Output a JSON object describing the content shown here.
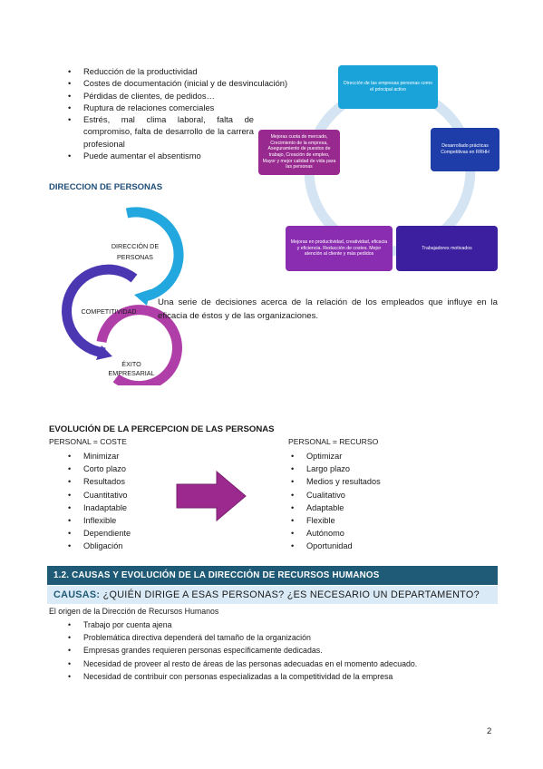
{
  "top_list": [
    "Reducción de la productividad",
    "Costes de documentación (inicial y de desvinculación)",
    "Pérdidas de clientes, de pedidos…",
    "Ruptura de relaciones comerciales",
    "Estrés, mal clima laboral, falta de compromiso, falta de desarrollo de la carrera profesional",
    "Puede aumentar el absentismo"
  ],
  "cycle": {
    "box1": "Dirección de las empresas personas como el principal activo",
    "box2": "Desarrollado prácticas Competitivas en RRHH",
    "box3": "Trabajadores motivados",
    "box4": "Mejoras en productividad, creatividad, eficacia y eficiencia. Reducción de costes. Mejor atención al cliente y más pedidos",
    "box5": "Mejoras cuota de mercado, Crecimiento de la empresa, Aseguramiento de puestos de trabajo, Creación de empleo, Mayor y mejor calidad de vida para las personas",
    "colors": {
      "box1": "#1aa3d9",
      "box2": "#1f3da8",
      "box3": "#3b1f9e",
      "box4": "#8b2db0",
      "box5": "#982a8f",
      "ring": "#d4e4f2"
    }
  },
  "direccion": {
    "heading": "DIRECCION DE PERSONAS",
    "label1": "DIRECCIÓN DE PERSONAS",
    "label2": "COMPETITIVIDAD",
    "label3": "ÉXITO EMPRESARIAL",
    "description": "Una serie de decisiones acerca de la relación de los empleados que influye en la eficacia de éstos y de las organizaciones.",
    "colors": {
      "c1": "#23a7df",
      "c2": "#4c37b3",
      "c3": "#b03ea8"
    }
  },
  "evolucion": {
    "heading": "EVOLUCIÓN DE LA PERCEPCION DE LAS PERSONAS",
    "left_head": "PERSONAL = COSTE",
    "left_items": [
      "Minimizar",
      "Corto plazo",
      "Resultados",
      "Cuantitativo",
      "Inadaptable",
      "Inflexible",
      "Dependiente",
      "Obligación"
    ],
    "right_head": "PERSONAL = RECURSO",
    "right_items": [
      "Optimizar",
      "Largo plazo",
      "Medios y resultados",
      "Cualitativo",
      "Adaptable",
      "Flexible",
      "Autónomo",
      "Oportunidad"
    ],
    "arrow_color": "#9c2a8e"
  },
  "section": {
    "title": "1.2. CAUSAS Y EVOLUCIÓN DE LA DIRECCIÓN DE RECURSOS HUMANOS",
    "sub_keyword": "CAUSAS:",
    "sub_rest": " ¿QUIÉN DIRIGE A ESAS PERSONAS? ¿ES NECESARIO UN DEPARTAMENTO?",
    "origin": "El origen de la Dirección de Recursos Humanos",
    "items": [
      "Trabajo por cuenta ajena",
      "Problemática directiva dependerá del tamaño de la organización",
      "Empresas grandes requieren personas específicamente dedicadas.",
      "Necesidad de proveer al resto de áreas de las personas adecuadas en el momento adecuado.",
      "Necesidad de contribuir con personas especializadas a la competitividad de la empresa"
    ]
  },
  "page_number": "2"
}
